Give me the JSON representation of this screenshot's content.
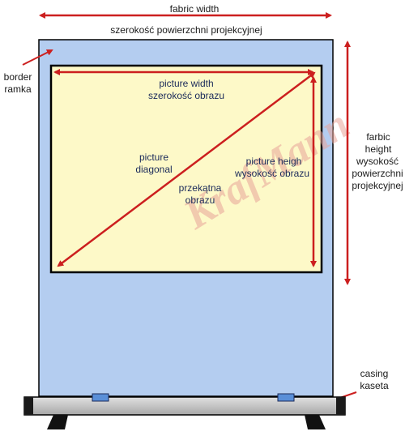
{
  "labels": {
    "fabric_width": "fabric width",
    "fabric_width_pl": "szerokość powierzchni projekcyjnej",
    "border": "border",
    "border_pl": "ramka",
    "picture_width": "picture width",
    "picture_width_pl": "szerokość obrazu",
    "picture_diagonal_1": "picture",
    "picture_diagonal_2": "diagonal",
    "picture_diagonal_pl_1": "przekątna",
    "picture_diagonal_pl_2": "obrazu",
    "picture_height": "picture heigh",
    "picture_height_pl": "wysokość obrazu",
    "fabric_height_1": "farbic",
    "fabric_height_2": "height",
    "fabric_height_pl_1": "wysokość",
    "fabric_height_pl_2": "powierzchni",
    "fabric_height_pl_3": "projekcyjnej",
    "casing": "casing",
    "casing_pl": "kaseta"
  },
  "watermark": "KrafMann",
  "colors": {
    "fabric": "#b4cdf0",
    "picture": "#fdf9c8",
    "arrow": "#cc1f1f",
    "casing": "#c8c8c8",
    "outline": "#000000",
    "clip": "#5a8fd8",
    "feet": "#111111"
  }
}
